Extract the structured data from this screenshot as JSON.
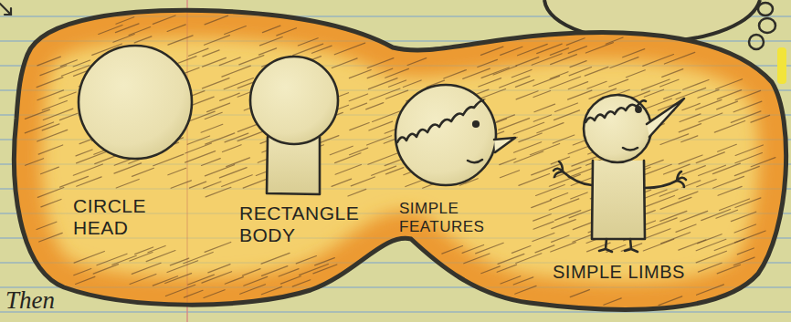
{
  "diagram": {
    "nodes": [
      {
        "text": [
          "CIRCLE HEAD",
          "RECTANGLE BODY",
          "SIMPLE FEATURES",
          "SIMPLE LIMBS"
        ]
      }
    ],
    "labels": [
      "Then"
    ]
  }
}
